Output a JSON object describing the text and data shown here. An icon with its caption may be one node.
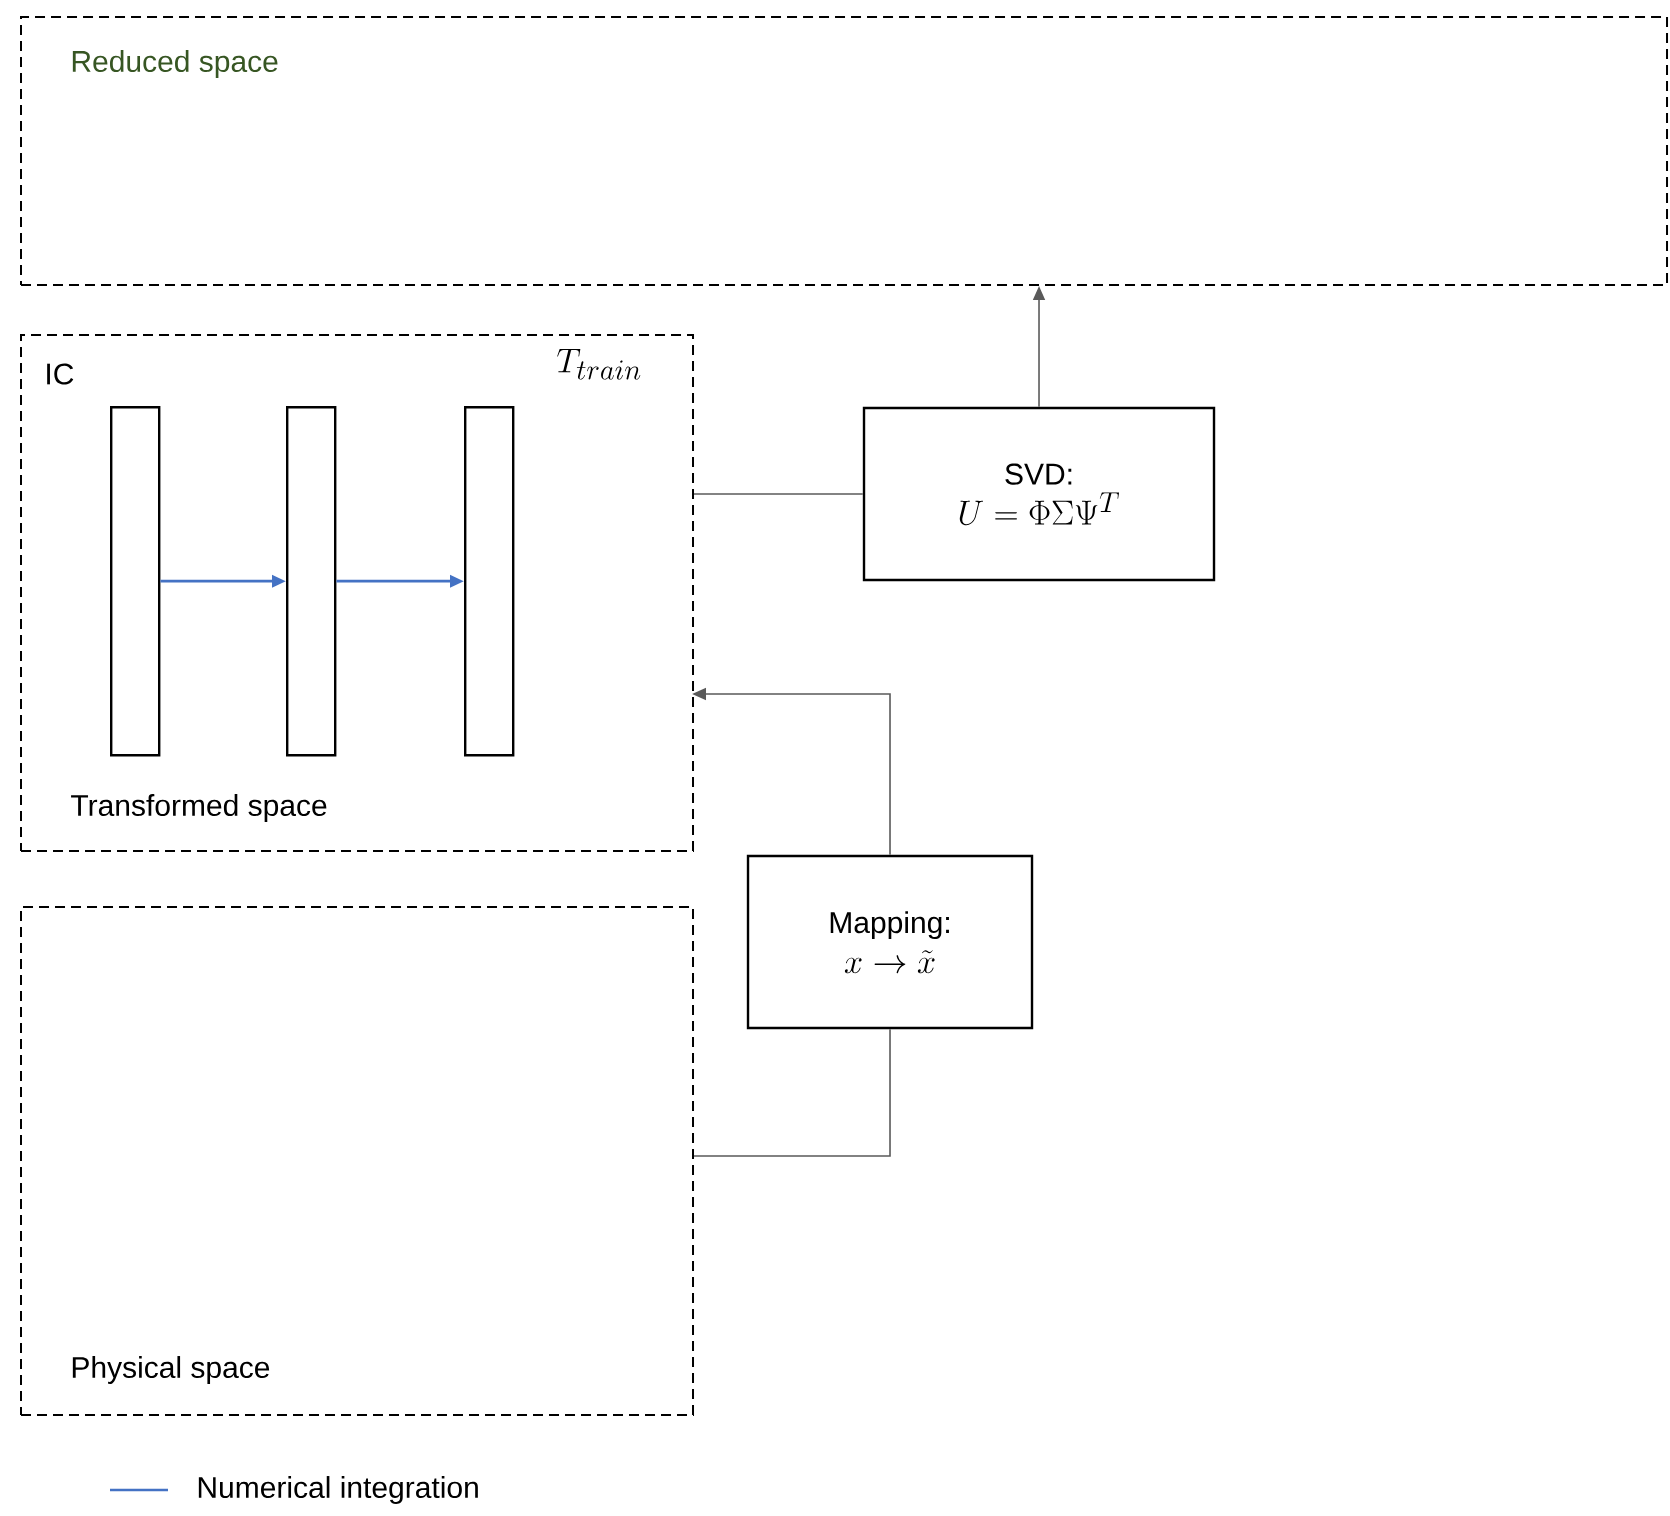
{
  "diagram": {
    "nodes": [
      {
        "text": [
          "Reduced space"
        ]
      },
      {
        "text": [
          "Transformed space"
        ]
      },
      {
        "text": [],
        "shape": "bar",
        "in": 1,
        "beside": [
          "IC"
        ]
      },
      {
        "text": [],
        "shape": "bar",
        "in": 1
      },
      {
        "text": [],
        "shape": "bar",
        "in": 1,
        "beside": [
          "T_{train}"
        ]
      },
      {
        "text": [
          "SVD:",
          "U = \\Phi\\Sigma\\Psi^{T}"
        ]
      },
      {
        "text": [
          "Mapping:",
          "x \\rightarrow \\tilde{x}"
        ]
      },
      {
        "text": [
          "Physical space"
        ]
      }
    ],
    "edges": [
      {
        "from": 2,
        "to": 3,
        "arrow": "to",
        "color": "#4472c4"
      },
      {
        "from": 3,
        "to": 4,
        "arrow": "to",
        "color": "#4472c4"
      },
      {
        "from": 1,
        "to": 5,
        "arrow": "none"
      },
      {
        "from": 5,
        "to": 0,
        "arrow": "to"
      },
      {
        "from": 6,
        "to": 1,
        "arrow": "to"
      },
      {
        "from": 7,
        "to": 6,
        "arrow": "none"
      }
    ],
    "legend": [
      {
        "text": "Numerical integration"
      }
    ]
  }
}
